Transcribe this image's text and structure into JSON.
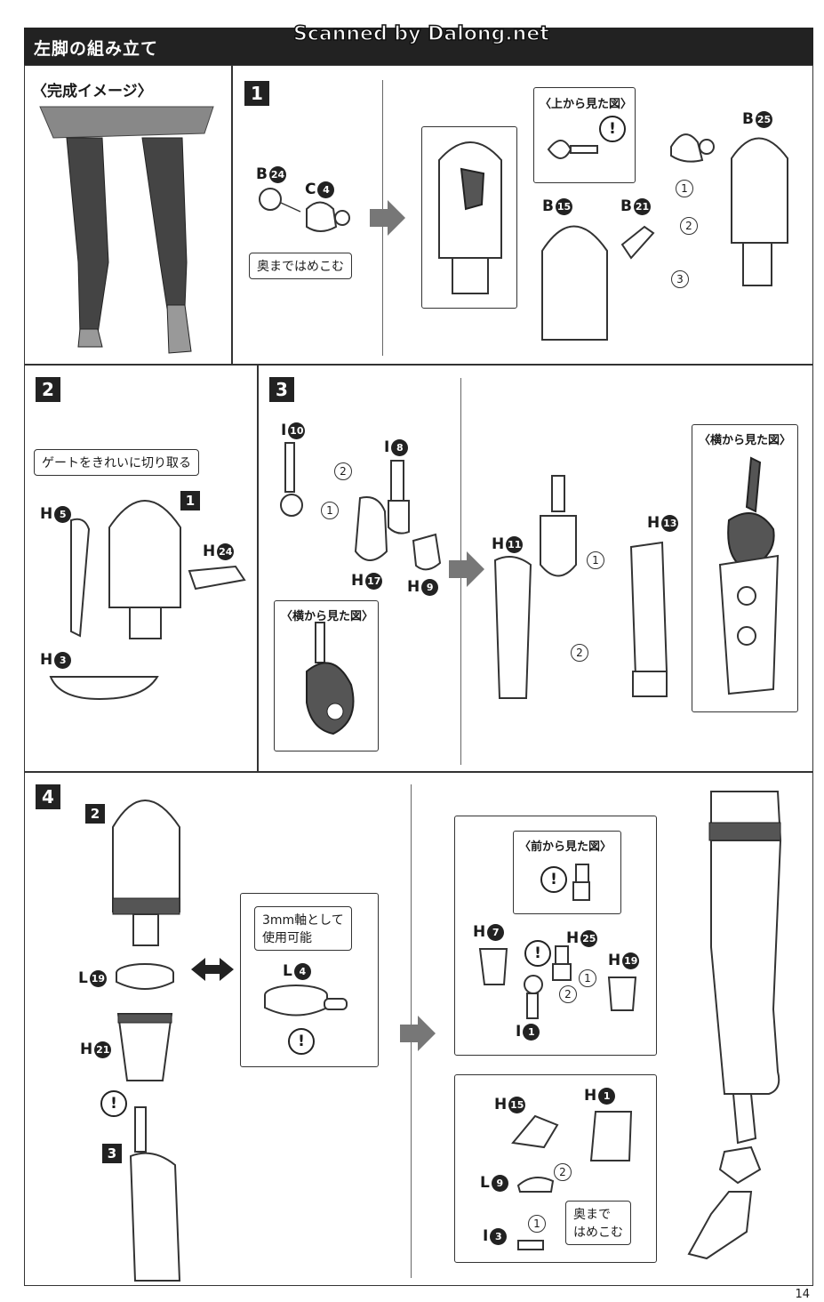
{
  "header": {
    "title": "左脚の組み立て",
    "scan_credit": "Scanned by Dalong.net"
  },
  "image_preview": {
    "title": "〈完成イメージ〉"
  },
  "step1": {
    "number": "1",
    "parts": {
      "b24": "B",
      "b24n": "24",
      "c4": "C",
      "c4n": "4",
      "b15": "B",
      "b15n": "15",
      "b21": "B",
      "b21n": "21",
      "b25": "B",
      "b25n": "25"
    },
    "caption": "奥まではめこむ",
    "view_title": "〈上から見た図〉",
    "order": [
      "1",
      "2",
      "3"
    ]
  },
  "step2": {
    "number": "2",
    "caption": "ゲートをきれいに切り取る",
    "ref": "1",
    "parts": {
      "h5": "H",
      "h5n": "5",
      "h24": "H",
      "h24n": "24",
      "h3": "H",
      "h3n": "3"
    }
  },
  "step3": {
    "number": "3",
    "parts": {
      "i10": "I",
      "i10n": "10",
      "i8": "I",
      "i8n": "8",
      "h17": "H",
      "h17n": "17",
      "h9": "H",
      "h9n": "9",
      "h11": "H",
      "h11n": "11",
      "h13": "H",
      "h13n": "13"
    },
    "view_title_a": "〈横から見た図〉",
    "view_title_b": "〈横から見た図〉",
    "order": [
      "1",
      "2"
    ]
  },
  "step4": {
    "number": "4",
    "refs": {
      "a": "2",
      "b": "3"
    },
    "parts": {
      "l19": "L",
      "l19n": "19",
      "h21": "H",
      "h21n": "21",
      "l4": "L",
      "l4n": "4",
      "h7": "H",
      "h7n": "7",
      "h25": "H",
      "h25n": "25",
      "h19": "H",
      "h19n": "19",
      "i1": "I",
      "i1n": "1",
      "h15": "H",
      "h15n": "15",
      "h1": "H",
      "h1n": "1",
      "l9": "L",
      "l9n": "9",
      "i3": "I",
      "i3n": "3"
    },
    "caption_axis": "3mm軸として\n使用可能",
    "caption_axis_l1": "3mm軸として",
    "caption_axis_l2": "使用可能",
    "view_title": "〈前から見た図〉",
    "caption_push_l1": "奥まで",
    "caption_push_l2": "はめこむ",
    "order": [
      "1",
      "2"
    ]
  },
  "warn_symbol": "!",
  "page_number": "14"
}
